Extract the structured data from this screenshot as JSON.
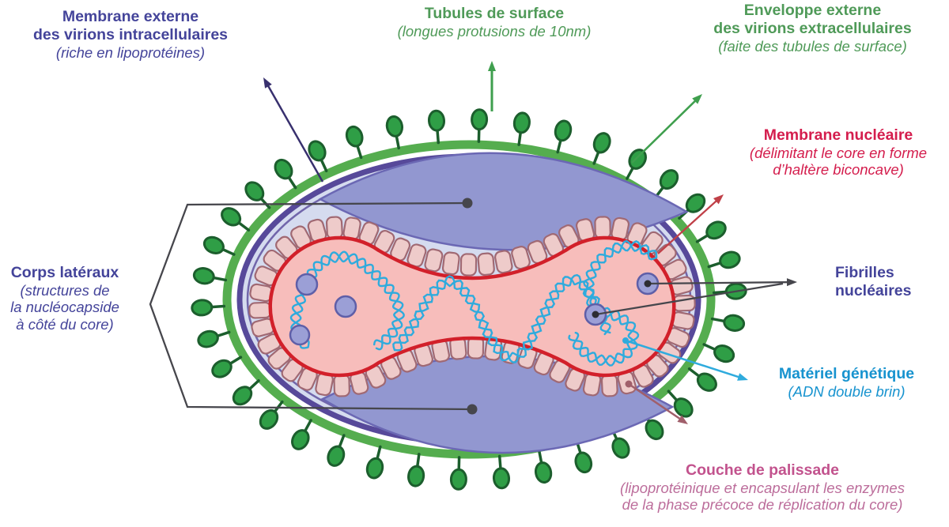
{
  "labels": {
    "membrane_externe": {
      "line1": "Membrane externe",
      "line2": "des virions intracellulaires",
      "note": "(riche en lipoprotéines)"
    },
    "tubules": {
      "line1": "Tubules de surface",
      "note": "(longues protusions de 10nm)"
    },
    "enveloppe": {
      "line1": "Enveloppe externe",
      "line2": "des virions extracellulaires",
      "note": "(faite des tubules de surface)"
    },
    "membrane_nucleaire": {
      "line1": "Membrane nucléaire",
      "note1": "(délimitant le core en forme",
      "note2": "d’haltère biconcave)"
    },
    "fibrilles": {
      "line1": "Fibrilles",
      "line2": "nucléaires"
    },
    "materiel": {
      "line1": "Matériel génétique",
      "note": "(ADN double brin)"
    },
    "couche": {
      "line1": "Couche de palissade",
      "note1": "(lipoprotéinique et encapsulant les enzymes",
      "note2": "de la phase précoce de réplication du core)"
    },
    "corps": {
      "line1": "Corps latéraux",
      "note1": "(structures de",
      "note2": "la nucléocapside",
      "note3": "à côté du core)"
    }
  },
  "colors": {
    "indigo_label": "#44449a",
    "green_label": "#4f9a58",
    "red_label": "#d41d4d",
    "blue_label": "#1793cf",
    "pink_label": "#c2528d",
    "pink_label_sub": "#bc6d9b",
    "tubule_green": "#2f9e46",
    "tubule_outline": "#1c5e2d",
    "envelope_green": "#55ad4f",
    "membrane_purple": "#57499a",
    "interior_lavender": "#d5dbef",
    "lens_fill": "#9297d0",
    "lens_outline": "#6b68b4",
    "palisade_fill": "#eecbca",
    "palisade_outline": "#a06973",
    "core_fill": "#f7bdbb",
    "core_outline": "#d2202a",
    "dna_cyan": "#2fabdd",
    "fibril_fill": "#9b9fd6",
    "fibril_outline": "#5f5fa8",
    "line_dark": "#46464c",
    "arrow_navy": "#38306e",
    "arrow_green": "#3f9f4e",
    "arrow_red": "#c04048",
    "arrow_brown": "#a05f6b"
  },
  "diagram": {
    "tubule_count": 38,
    "palisade_brick_count": 60,
    "fibril_count": 5,
    "dna_strand_count": 3,
    "lateral_body_count": 2
  }
}
